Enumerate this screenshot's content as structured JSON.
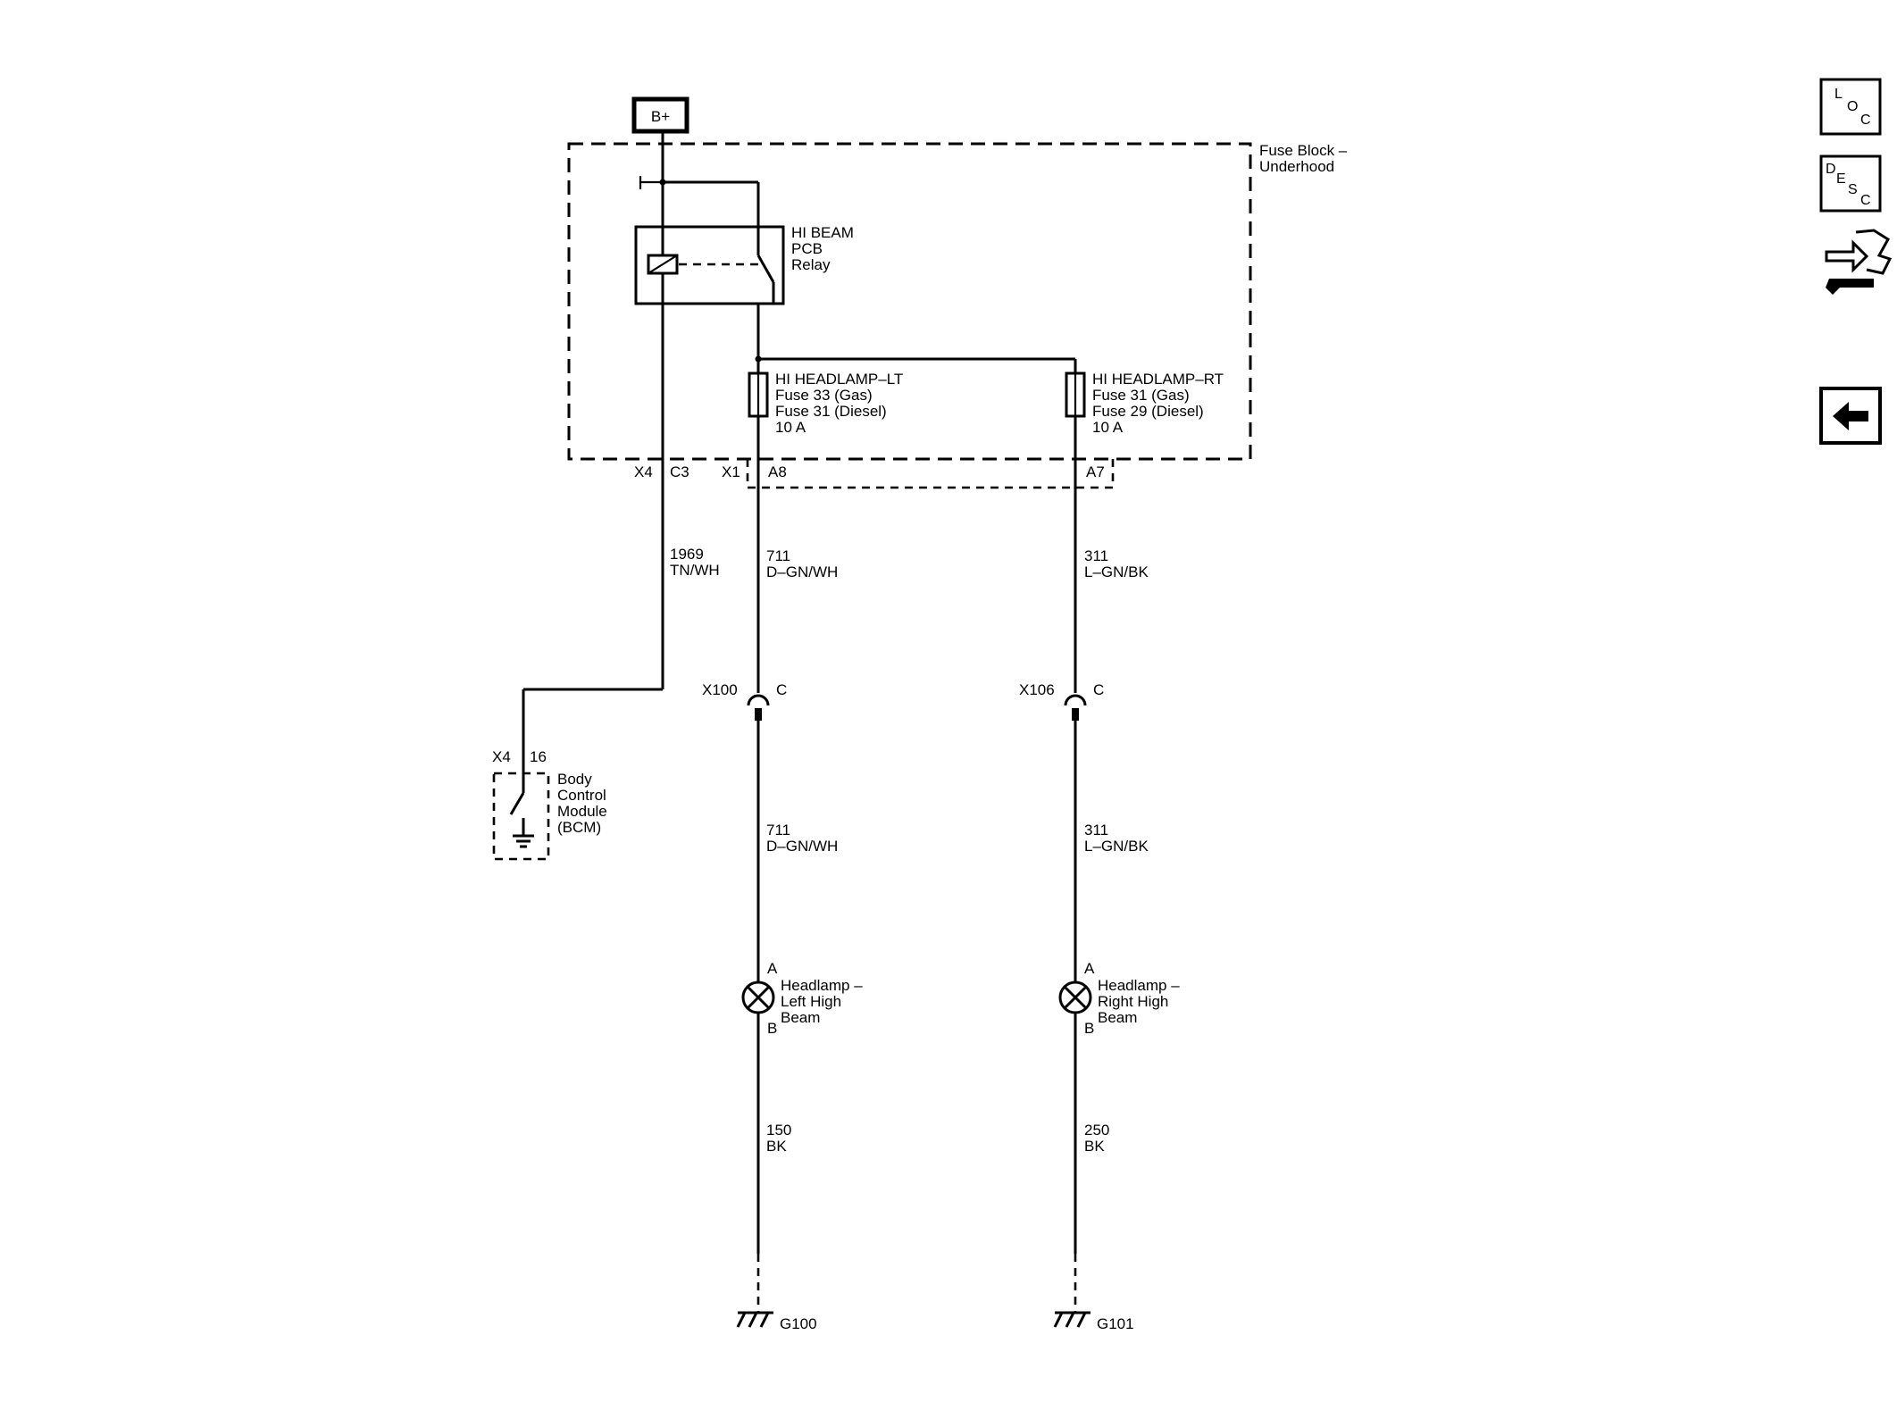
{
  "power": {
    "label": "B+"
  },
  "fuse_block": {
    "title_line1": "Fuse Block –",
    "title_line2": "Underhood"
  },
  "relay": {
    "line1": "HI BEAM",
    "line2": "PCB",
    "line3": "Relay"
  },
  "fuse_lt": {
    "name": "HI HEADLAMP–LT",
    "line2": "Fuse 33 (Gas)",
    "line3": "Fuse 31 (Diesel)",
    "rating": "10 A"
  },
  "fuse_rt": {
    "name": "HI HEADLAMP–RT",
    "line2": "Fuse 31 (Gas)",
    "line3": "Fuse 29 (Diesel)",
    "rating": "10 A"
  },
  "connectors": {
    "fb_x4": "X4",
    "fb_c3": "C3",
    "fb_x1": "X1",
    "fb_a8": "A8",
    "fb_a7": "A7",
    "x100": "X100",
    "x100_c": "C",
    "x106": "X106",
    "x106_c": "C",
    "bcm_x4": "X4",
    "bcm_pin": "16"
  },
  "wires": {
    "w1969_num": "1969",
    "w1969_color": "TN/WH",
    "w711a_num": "711",
    "w711a_color": "D–GN/WH",
    "w311a_num": "311",
    "w311a_color": "L–GN/BK",
    "w711b_num": "711",
    "w711b_color": "D–GN/WH",
    "w311b_num": "311",
    "w311b_color": "L–GN/BK",
    "w150_num": "150",
    "w150_color": "BK",
    "w250_num": "250",
    "w250_color": "BK"
  },
  "bcm": {
    "line1": "Body",
    "line2": "Control",
    "line3": "Module",
    "line4": "(BCM)"
  },
  "lamp_left": {
    "pin_a": "A",
    "pin_b": "B",
    "line1": "Headlamp –",
    "line2": "Left High",
    "line3": "Beam"
  },
  "lamp_right": {
    "pin_a": "A",
    "pin_b": "B",
    "line1": "Headlamp –",
    "line2": "Right High",
    "line3": "Beam"
  },
  "grounds": {
    "left": "G100",
    "right": "G101"
  },
  "nav": {
    "loc_icon": "location-icon",
    "desc_icon": "description-icon",
    "connector_icon": "connector-tools-icon",
    "back_icon": "back-arrow-icon",
    "loc_l": "L",
    "loc_o": "O",
    "loc_c": "C",
    "desc_d": "D",
    "desc_e": "E",
    "desc_s": "S",
    "desc_c": "C"
  }
}
